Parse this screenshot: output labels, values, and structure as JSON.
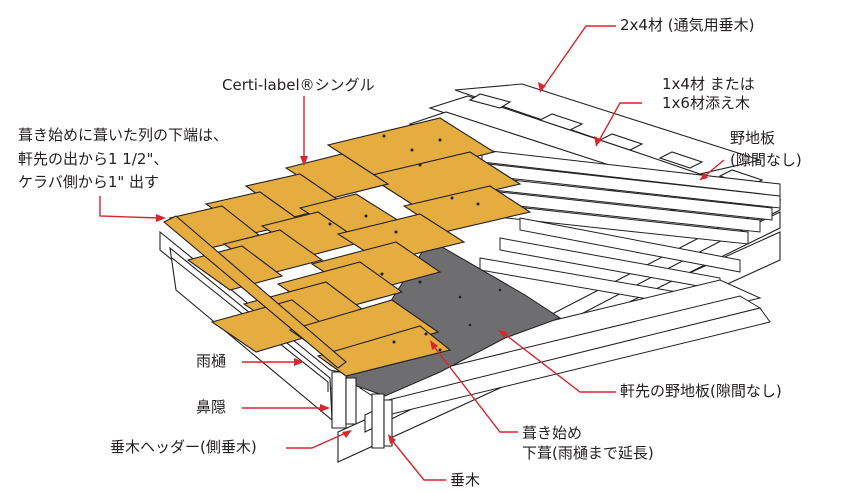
{
  "labels": {
    "batten_2x4": "2x4材 (通気用垂木)",
    "strapping_line1": "1x4材 または",
    "strapping_line2": "1x6材添え木",
    "sheathing_line1": "野地板",
    "sheathing_line2": "(隙間なし)",
    "shingle_name": "Certi-label®シングル",
    "starter_line1": "葺き始めに葺いた列の下端は、",
    "starter_line2": "軒先の出から1 1/2\"、",
    "starter_line3": "ケラバ側から1\" 出す",
    "gutter": "雨樋",
    "fascia": "鼻隠",
    "header": "垂木ヘッダー(側垂木)",
    "eave_sheathing": "軒先の野地板(隙間なし)",
    "underlay_line1": "葺き始め",
    "underlay_line2": "下葺(雨樋まで延長)",
    "rafter": "垂木"
  },
  "colors": {
    "leader": "#d7262d",
    "shingle": "#e5ad3f",
    "underlay": "#6e6e70",
    "wood": "#ffffff",
    "outline": "#231f20"
  }
}
